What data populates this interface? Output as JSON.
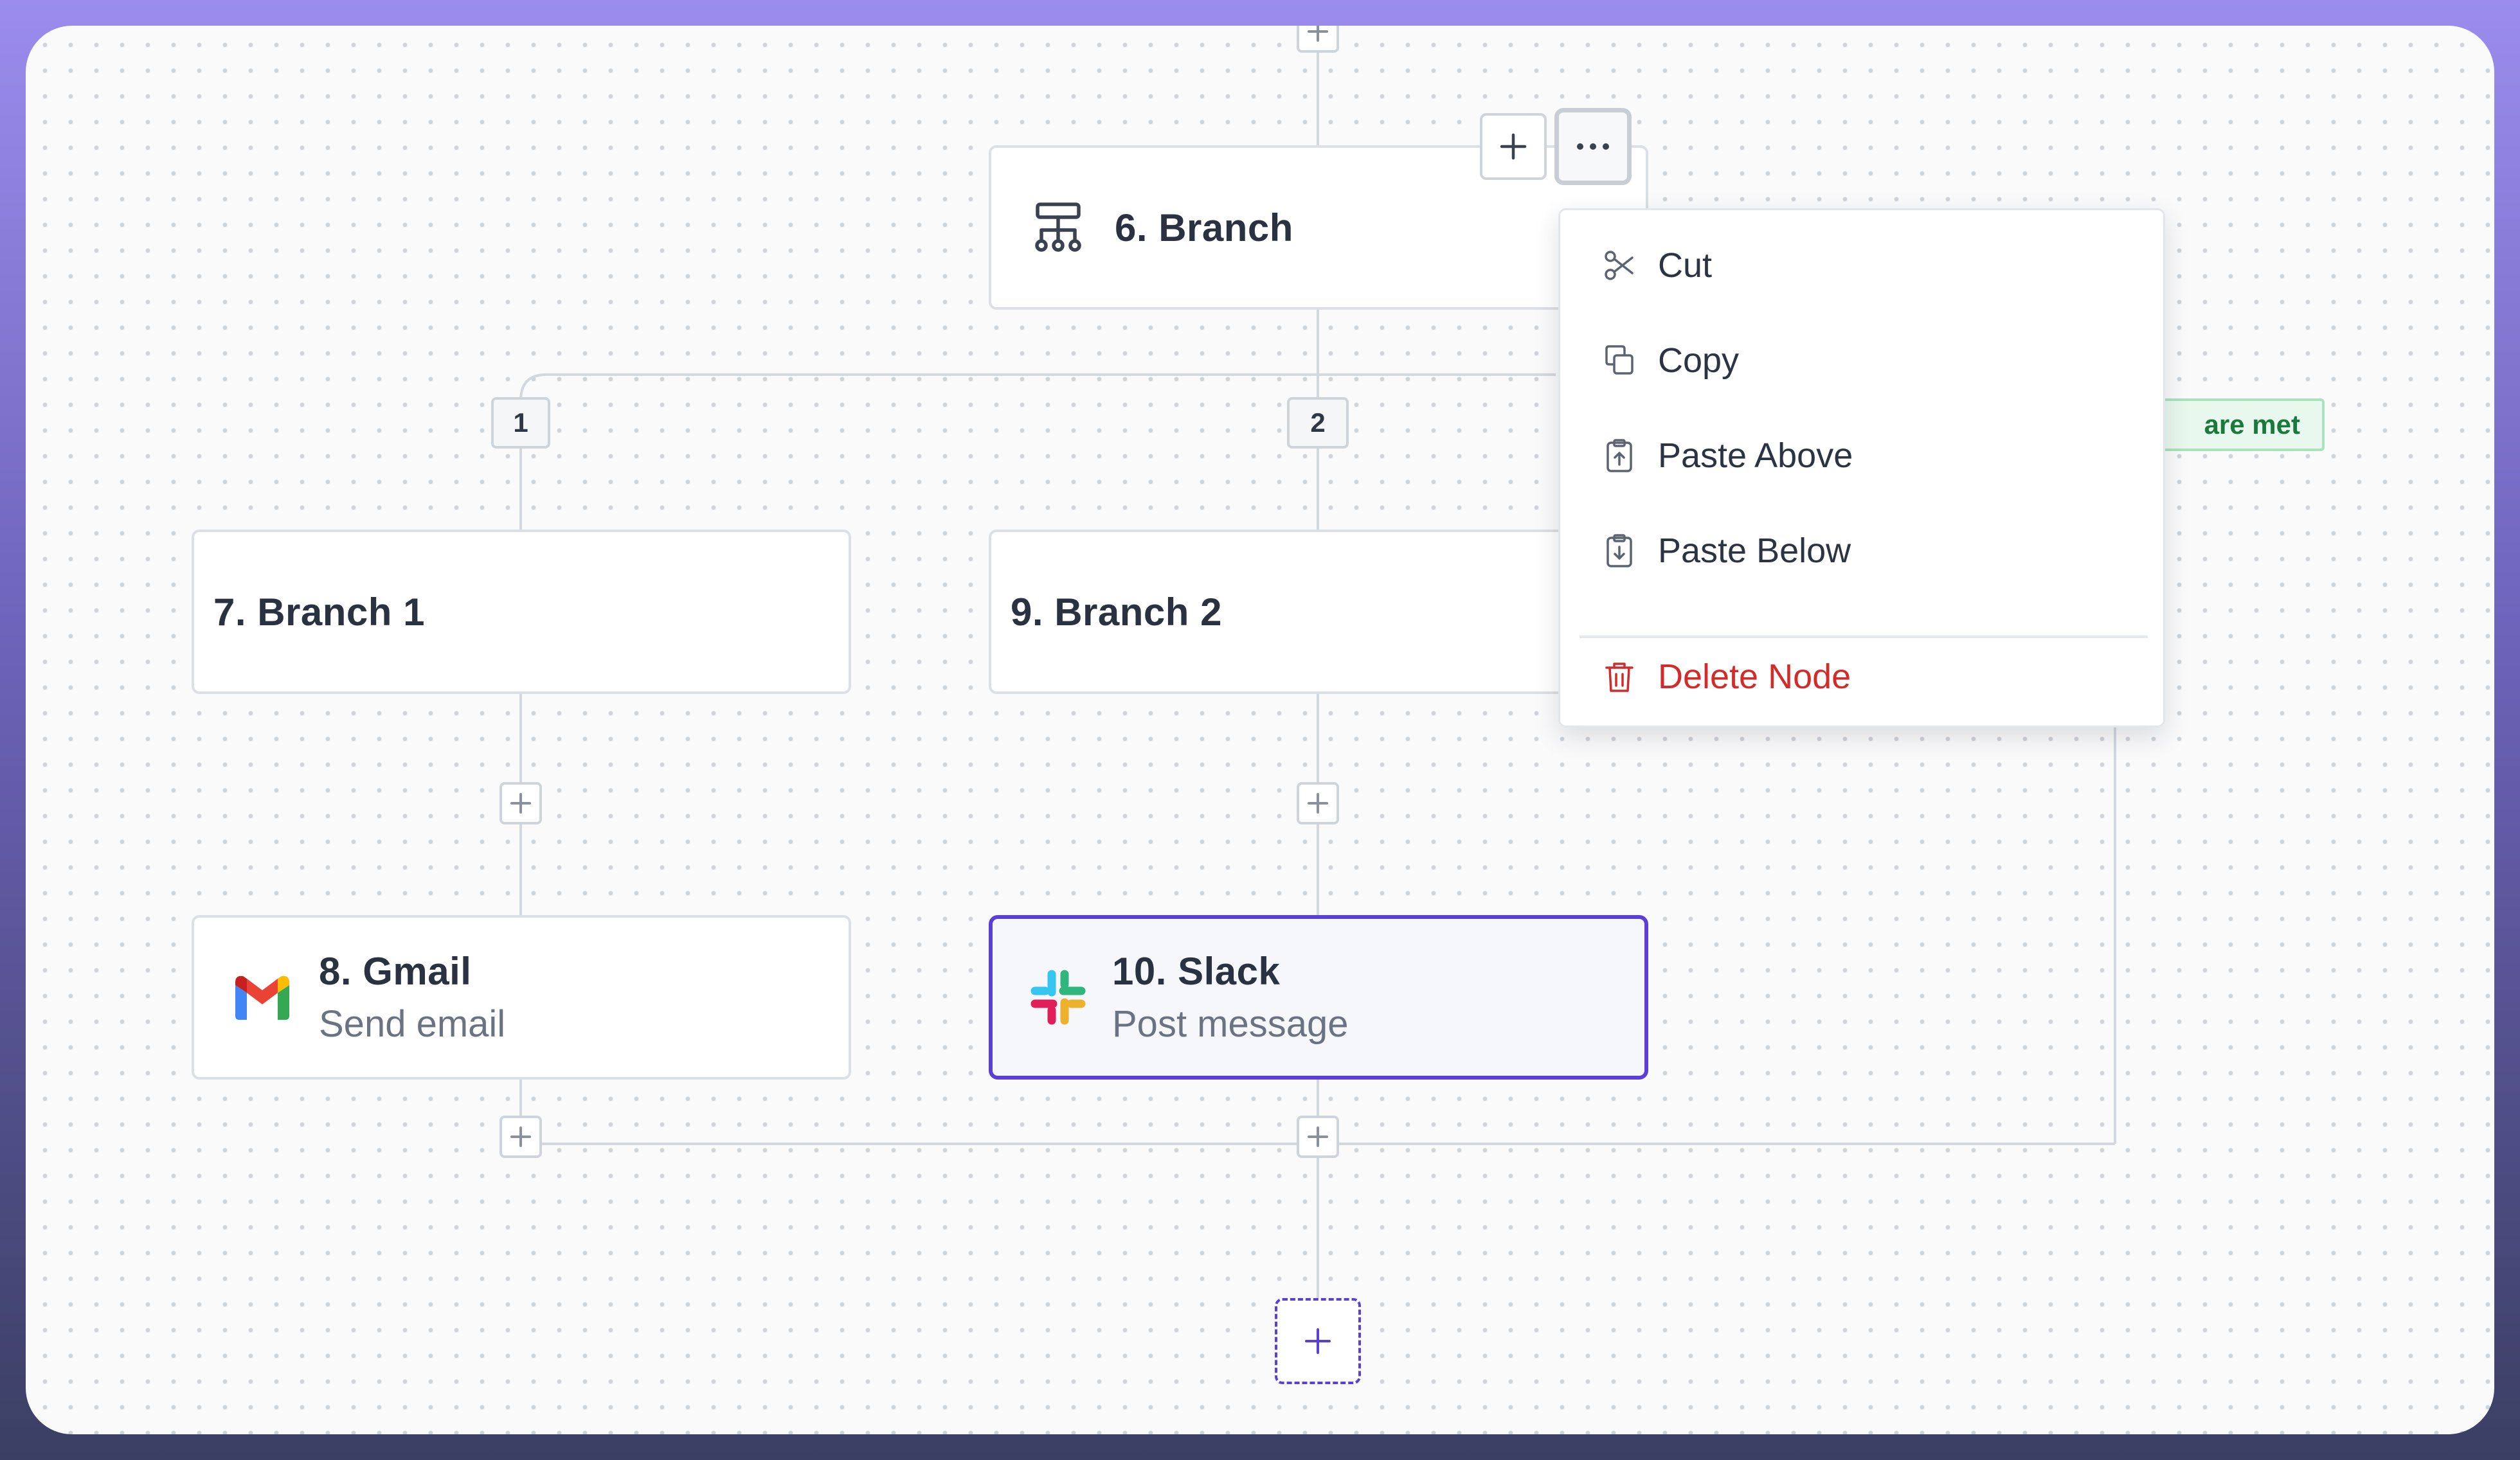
{
  "canvas": {
    "nodes": {
      "branch": {
        "title": "6. Branch",
        "icon": "branch-icon"
      },
      "branch_1": {
        "title": "7. Branch 1"
      },
      "branch_2": {
        "title": "9. Branch 2"
      },
      "gmail": {
        "title": "8. Gmail",
        "subtitle": "Send email",
        "icon": "gmail-icon"
      },
      "slack": {
        "title": "10. Slack",
        "subtitle": "Post message",
        "icon": "slack-icon",
        "selected": true
      }
    },
    "path_badges": [
      "1",
      "2"
    ],
    "condition_tag": "are met"
  },
  "node_toolbar": {
    "add_icon": "plus-icon",
    "more_icon": "more-horizontal-icon"
  },
  "context_menu": {
    "items": [
      {
        "label": "Cut",
        "icon": "scissors-icon"
      },
      {
        "label": "Copy",
        "icon": "copy-icon"
      },
      {
        "label": "Paste Above",
        "icon": "clipboard-up-icon"
      },
      {
        "label": "Paste Below",
        "icon": "clipboard-down-icon"
      },
      {
        "label": "Delete Node",
        "icon": "trash-icon",
        "danger": true
      }
    ]
  },
  "colors": {
    "accent": "#5b3fd6",
    "danger": "#d32a2a",
    "condition_tag_text": "#1a7a3c",
    "condition_tag_bg": "#e9f8ee"
  }
}
